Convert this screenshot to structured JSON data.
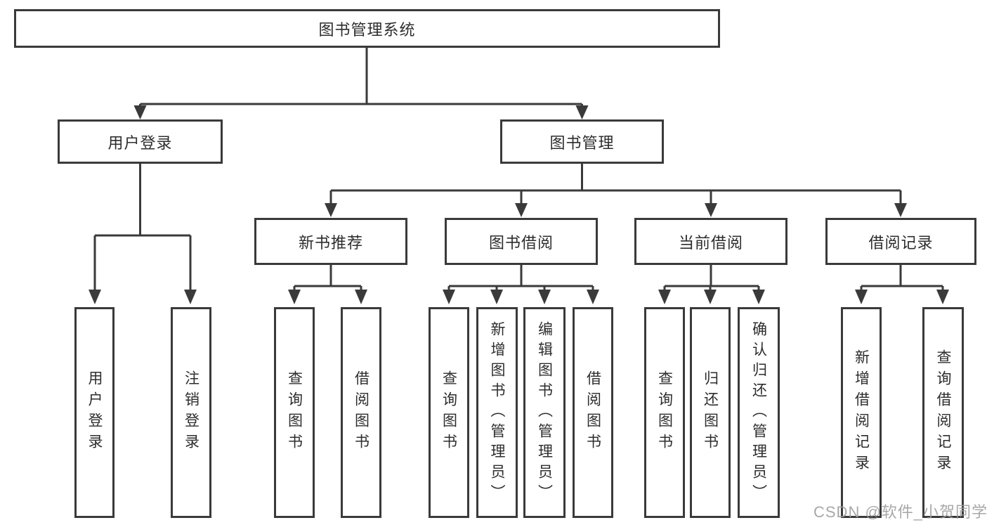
{
  "diagram": {
    "type": "tree",
    "tree": {
      "root": {
        "label": "图书管理系统",
        "children": [
          {
            "label": "用户登录",
            "children": [
              {
                "label": "用户登录"
              },
              {
                "label": "注销登录"
              }
            ]
          },
          {
            "label": "图书管理",
            "children": [
              {
                "label": "新书推荐",
                "children": [
                  {
                    "label": "查询图书"
                  },
                  {
                    "label": "借阅图书"
                  }
                ]
              },
              {
                "label": "图书借阅",
                "children": [
                  {
                    "label": "查询图书"
                  },
                  {
                    "label": "新增图书（管理员）"
                  },
                  {
                    "label": "编辑图书（管理员）"
                  },
                  {
                    "label": "借阅图书"
                  }
                ]
              },
              {
                "label": "当前借阅",
                "children": [
                  {
                    "label": "查询图书"
                  },
                  {
                    "label": "归还图书"
                  },
                  {
                    "label": "确认归还（管理员）"
                  }
                ]
              },
              {
                "label": "借阅记录",
                "children": [
                  {
                    "label": "新增借阅记录"
                  },
                  {
                    "label": "查询借阅记录"
                  }
                ]
              }
            ]
          }
        ]
      }
    },
    "colors": {
      "line": "#3a3a3a",
      "text": "#2d2d2d",
      "background": "#ffffff",
      "watermark": "#9e9e9e"
    }
  },
  "watermark": {
    "text": "CSDN @软件_小贺同学"
  }
}
